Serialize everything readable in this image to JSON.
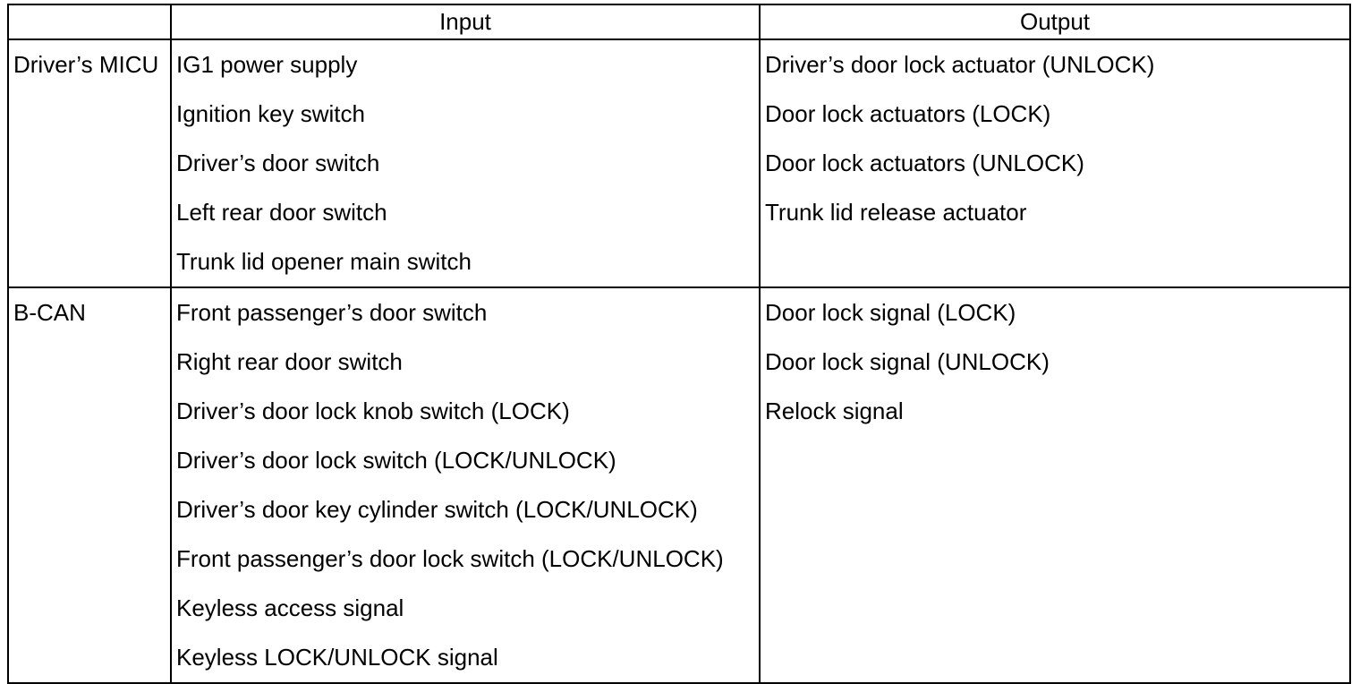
{
  "table": {
    "headers": {
      "system_column": "",
      "input_column": "Input",
      "output_column": "Output"
    },
    "rows": [
      {
        "system": "Driver’s MICU",
        "inputs": [
          "IG1 power supply",
          "Ignition key switch",
          "Driver’s door switch",
          "Left rear door switch",
          "Trunk lid opener main switch"
        ],
        "outputs": [
          "Driver’s door lock actuator (UNLOCK)",
          "Door lock actuators (LOCK)",
          "Door lock actuators (UNLOCK)",
          "Trunk lid release actuator"
        ]
      },
      {
        "system": "B-CAN",
        "inputs": [
          "Front passenger’s door switch",
          "Right rear door switch",
          "Driver’s door lock knob switch (LOCK)",
          "Driver’s door lock switch (LOCK/UNLOCK)",
          "Driver’s door key cylinder switch (LOCK/UNLOCK)",
          "Front passenger’s door lock switch (LOCK/UNLOCK)",
          "Keyless access signal",
          "Keyless LOCK/UNLOCK signal"
        ],
        "outputs": [
          "Door lock signal (LOCK)",
          "Door lock signal (UNLOCK)",
          "Relock signal"
        ]
      }
    ]
  },
  "colors": {
    "border": "#000000",
    "text": "#000000",
    "background": "#ffffff"
  }
}
